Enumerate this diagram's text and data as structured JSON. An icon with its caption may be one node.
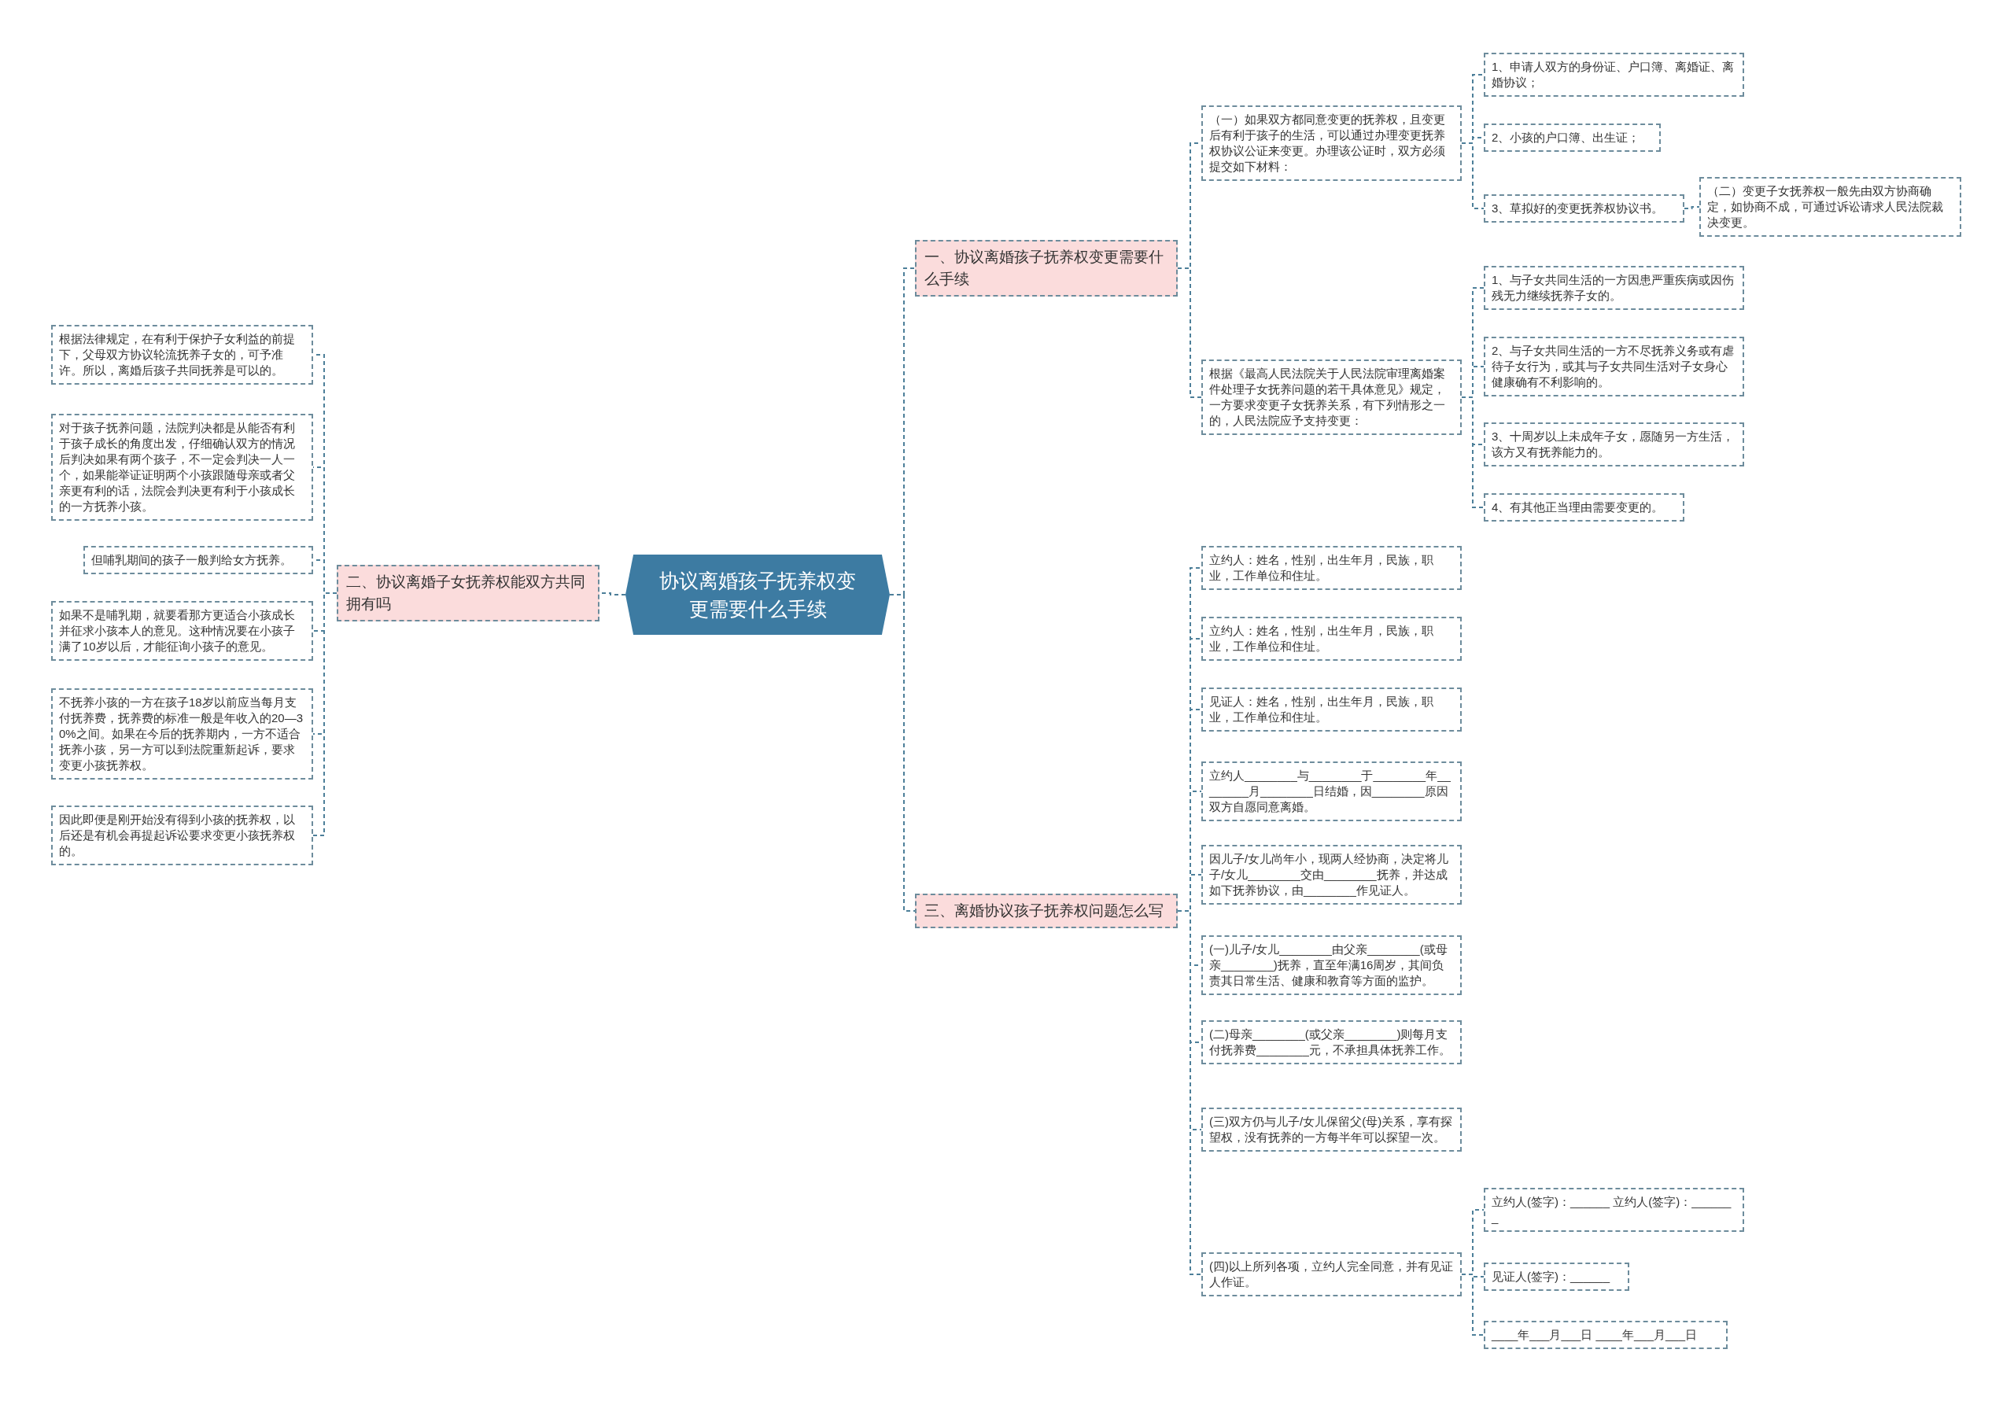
{
  "diagram": {
    "nodes": [
      {
        "text": [
          "协议离婚孩子抚养权变更需要什么手续"
        ]
      },
      {
        "text": [
          "一、协议离婚孩子抚养权变更需要什么手续"
        ]
      },
      {
        "text": [
          "（一）如果双方都同意变更的抚养权，且变更后有利于孩子的生活，可以通过办理变更抚养权协议公证来变更。办理该公证时，双方必须提交如下材料："
        ]
      },
      {
        "text": [
          "1、申请人双方的身份证、户口簿、离婚证、离婚协议；"
        ]
      },
      {
        "text": [
          "2、小孩的户口簿、出生证；"
        ]
      },
      {
        "text": [
          "3、草拟好的变更抚养权协议书。"
        ]
      },
      {
        "text": [
          "（二）变更子女抚养权一般先由双方协商确定，如协商不成，可通过诉讼请求人民法院裁决变更。"
        ]
      },
      {
        "text": [
          "根据《最高人民法院关于人民法院审理离婚案件处理子女抚养问题的若干具体意见》规定，一方要求变更子女抚养关系，有下列情形之一的，人民法院应予支持变更："
        ]
      },
      {
        "text": [
          "1、与子女共同生活的一方因患严重疾病或因伤残无力继续抚养子女的。"
        ]
      },
      {
        "text": [
          "2、与子女共同生活的一方不尽抚养义务或有虐待子女行为，或其与子女共同生活对子女身心健康确有不利影响的。"
        ]
      },
      {
        "text": [
          "3、十周岁以上未成年子女，愿随另一方生活，该方又有抚养能力的。"
        ]
      },
      {
        "text": [
          "4、有其他正当理由需要变更的。"
        ]
      },
      {
        "text": [
          "二、协议离婚子女抚养权能双方共同拥有吗"
        ]
      },
      {
        "text": [
          "根据法律规定，在有利于保护子女利益的前提下，父母双方协议轮流抚养子女的，可予准许。所以，离婚后孩子共同抚养是可以的。"
        ]
      },
      {
        "text": [
          "对于孩子抚养问题，法院判决都是从能否有利于孩子成长的角度出发，仔细确认双方的情况后判决如果有两个孩子，不一定会判决一人一个，如果能举证证明两个小孩跟随母亲或者父亲更有利的话，法院会判决更有利于小孩成长的一方抚养小孩。"
        ]
      },
      {
        "text": [
          "但哺乳期间的孩子一般判给女方抚养。"
        ]
      },
      {
        "text": [
          "如果不是哺乳期，就要看那方更适合小孩成长并征求小孩本人的意见。这种情况要在小孩子满了10岁以后，才能征询小孩子的意见。"
        ]
      },
      {
        "text": [
          "不抚养小孩的一方在孩子18岁以前应当每月支付抚养费，抚养费的标准一般是年收入的20—30%之间。如果在今后的抚养期内，一方不适合抚养小孩，另一方可以到法院重新起诉，要求变更小孩抚养权。"
        ]
      },
      {
        "text": [
          "因此即便是刚开始没有得到小孩的抚养权，以后还是有机会再提起诉讼要求变更小孩抚养权的。"
        ]
      },
      {
        "text": [
          "三、离婚协议孩子抚养权问题怎么写"
        ]
      },
      {
        "text": [
          "立约人：姓名，性别，出生年月，民族，职业，工作单位和住址。"
        ]
      },
      {
        "text": [
          "立约人：姓名，性别，出生年月，民族，职业，工作单位和住址。"
        ]
      },
      {
        "text": [
          "见证人：姓名，性别，出生年月，民族，职业，工作单位和住址。"
        ]
      },
      {
        "text": [
          "立约人________与________于________年________月________日结婚，因________原因双方自愿同意离婚。"
        ]
      },
      {
        "text": [
          "因儿子/女儿尚年小，现两人经协商，决定将儿子/女儿________交由________抚养，并达成如下抚养协议，由________作见证人。"
        ]
      },
      {
        "text": [
          "(一)儿子/女儿________由父亲________(或母亲________)抚养，直至年满16周岁，其间负责其日常生活、健康和教育等方面的监护。"
        ]
      },
      {
        "text": [
          "(二)母亲________(或父亲________)则每月支付抚养费________元，不承担具体抚养工作。"
        ]
      },
      {
        "text": [
          "(三)双方仍与儿子/女儿保留父(母)关系，享有探望权，没有抚养的一方每半年可以探望一次。"
        ]
      },
      {
        "text": [
          "(四)以上所列各项，立约人完全同意，并有见证人作证。"
        ]
      },
      {
        "text": [
          "立约人(签字)：______  立约人(签字)：_______"
        ]
      },
      {
        "text": [
          "见证人(签字)：______"
        ]
      },
      {
        "text": [
          "____年___月___日 ____年___月___日"
        ]
      }
    ],
    "edges": [
      {
        "from": 0,
        "to": 1,
        "arrow": "none",
        "style": "dashed"
      },
      {
        "from": 1,
        "to": 2,
        "arrow": "none",
        "style": "dashed"
      },
      {
        "from": 2,
        "to": 3,
        "arrow": "none",
        "style": "dashed"
      },
      {
        "from": 2,
        "to": 4,
        "arrow": "none",
        "style": "dashed"
      },
      {
        "from": 2,
        "to": 5,
        "arrow": "none",
        "style": "dashed"
      },
      {
        "from": 5,
        "to": 6,
        "arrow": "none",
        "style": "dashed"
      },
      {
        "from": 1,
        "to": 7,
        "arrow": "none",
        "style": "dashed"
      },
      {
        "from": 7,
        "to": 8,
        "arrow": "none",
        "style": "dashed"
      },
      {
        "from": 7,
        "to": 9,
        "arrow": "none",
        "style": "dashed"
      },
      {
        "from": 7,
        "to": 10,
        "arrow": "none",
        "style": "dashed"
      },
      {
        "from": 7,
        "to": 11,
        "arrow": "none",
        "style": "dashed"
      },
      {
        "from": 0,
        "to": 12,
        "arrow": "none",
        "style": "dashed"
      },
      {
        "from": 12,
        "to": 13,
        "arrow": "none",
        "style": "dashed"
      },
      {
        "from": 12,
        "to": 14,
        "arrow": "none",
        "style": "dashed"
      },
      {
        "from": 12,
        "to": 15,
        "arrow": "none",
        "style": "dashed"
      },
      {
        "from": 12,
        "to": 16,
        "arrow": "none",
        "style": "dashed"
      },
      {
        "from": 12,
        "to": 17,
        "arrow": "none",
        "style": "dashed"
      },
      {
        "from": 12,
        "to": 18,
        "arrow": "none",
        "style": "dashed"
      },
      {
        "from": 0,
        "to": 19,
        "arrow": "none",
        "style": "dashed"
      },
      {
        "from": 19,
        "to": 20,
        "arrow": "none",
        "style": "dashed"
      },
      {
        "from": 19,
        "to": 21,
        "arrow": "none",
        "style": "dashed"
      },
      {
        "from": 19,
        "to": 22,
        "arrow": "none",
        "style": "dashed"
      },
      {
        "from": 19,
        "to": 23,
        "arrow": "none",
        "style": "dashed"
      },
      {
        "from": 19,
        "to": 24,
        "arrow": "none",
        "style": "dashed"
      },
      {
        "from": 19,
        "to": 25,
        "arrow": "none",
        "style": "dashed"
      },
      {
        "from": 19,
        "to": 26,
        "arrow": "none",
        "style": "dashed"
      },
      {
        "from": 19,
        "to": 27,
        "arrow": "none",
        "style": "dashed"
      },
      {
        "from": 19,
        "to": 28,
        "arrow": "none",
        "style": "dashed"
      },
      {
        "from": 28,
        "to": 29,
        "arrow": "none",
        "style": "dashed"
      },
      {
        "from": 28,
        "to": 30,
        "arrow": "none",
        "style": "dashed"
      },
      {
        "from": 28,
        "to": 31,
        "arrow": "none",
        "style": "dashed"
      }
    ]
  }
}
